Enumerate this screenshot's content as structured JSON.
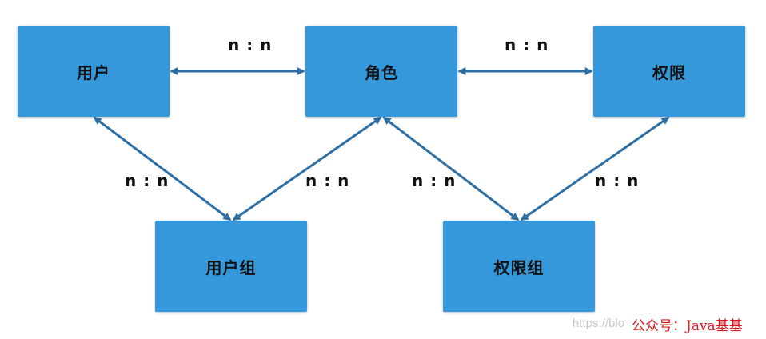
{
  "colors": {
    "node_fill": "#3598db",
    "edge": "#2d6fa3",
    "label_text": "#111111",
    "watermark_brand": "#e01b1b"
  },
  "nodes": {
    "user": "用户",
    "role": "角色",
    "permission": "权限",
    "user_group": "用户组",
    "permission_group": "权限组"
  },
  "relations": {
    "user_role": "n : n",
    "role_permission": "n : n",
    "user_usergroup": "n : n",
    "role_usergroup": "n : n",
    "role_permissiongroup": "n : n",
    "permission_permissiongroup": "n : n"
  },
  "watermark": {
    "url": "https://blo",
    "brand": "公众号：Java基基"
  }
}
